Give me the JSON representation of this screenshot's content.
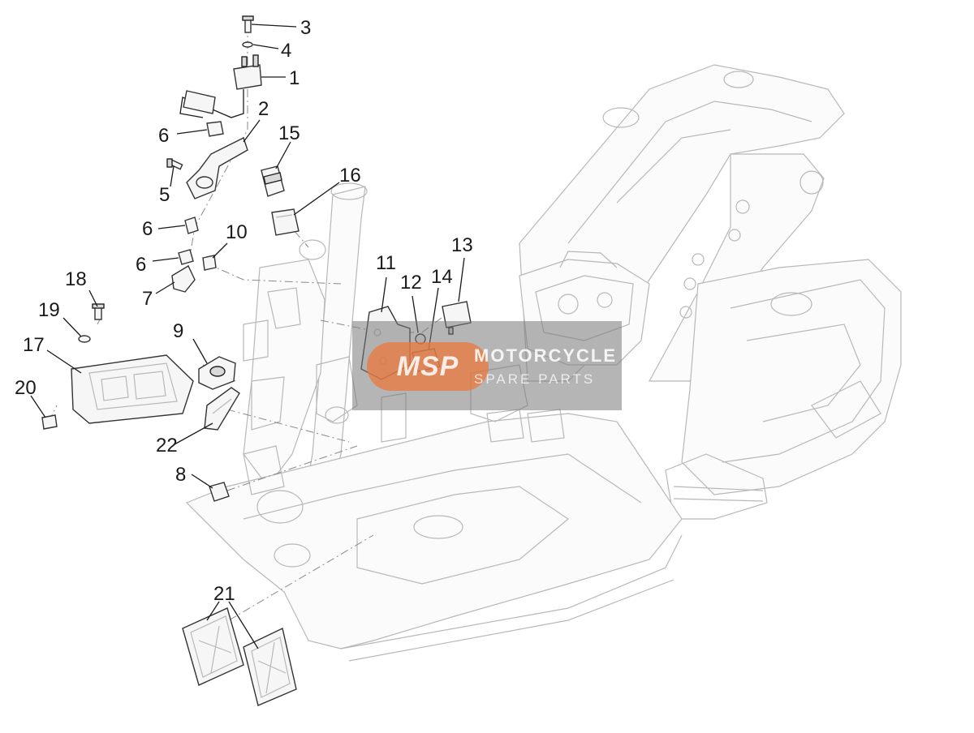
{
  "callouts": {
    "c1": "1",
    "c2": "2",
    "c3": "3",
    "c4": "4",
    "c5": "5",
    "c6a": "6",
    "c6b": "6",
    "c6c": "6",
    "c7": "7",
    "c8": "8",
    "c9": "9",
    "c10": "10",
    "c11": "11",
    "c12": "12",
    "c13": "13",
    "c14": "14",
    "c15": "15",
    "c16": "16",
    "c17": "17",
    "c18": "18",
    "c19": "19",
    "c20": "20",
    "c21": "21",
    "c22": "22"
  },
  "watermark": {
    "logo": "MSP",
    "line1": "MOTORCYCLE",
    "line2": "SPARE PARTS"
  },
  "colors": {
    "line": "#1a1a1a",
    "frame": "#b8b8b8",
    "watermark_accent": "#eb783c"
  }
}
